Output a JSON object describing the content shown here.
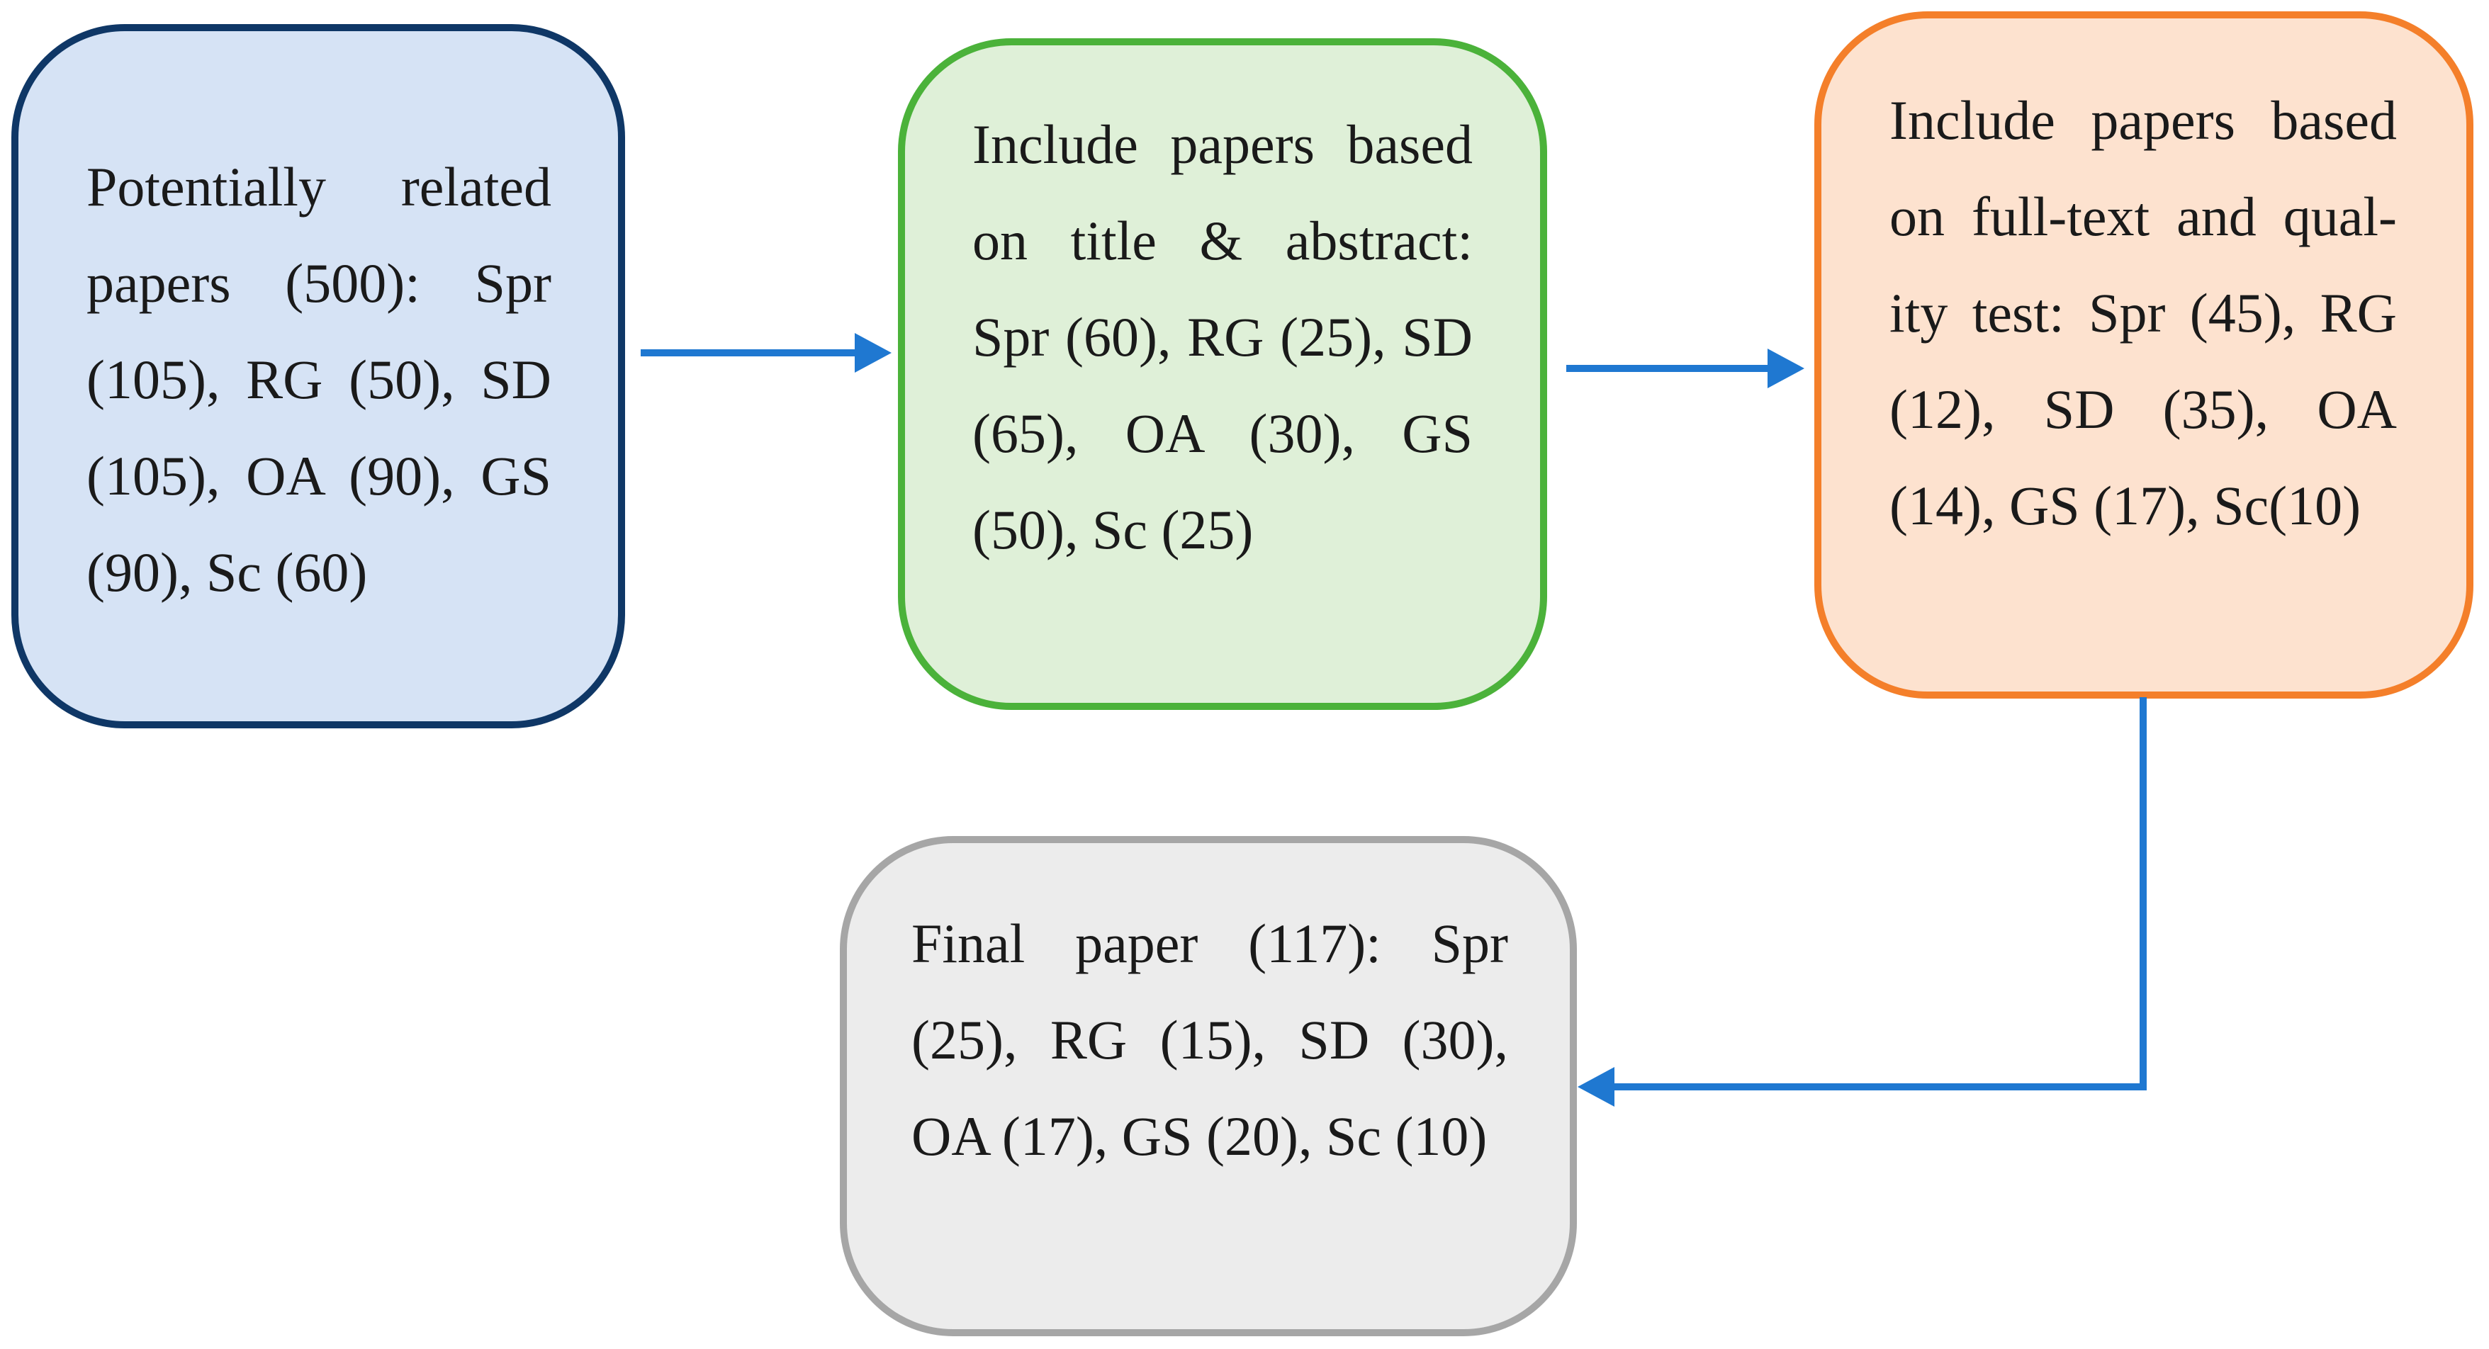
{
  "diagram": {
    "type": "flowchart",
    "accent_color": "#1f78d1",
    "nodes": [
      {
        "id": "identification",
        "text": "Potentially related papers (500): Spr (105), RG (50), SD (105), OA (90), GS (90), Sc (60)",
        "fill": "#d6e3f5",
        "border": "#0f3766"
      },
      {
        "id": "screening",
        "text": "Include papers based on title & abstract: Spr (60), RG (25), SD (65), OA (30), GS (50), Sc (25)",
        "fill": "#dff0d8",
        "border": "#4bb23a"
      },
      {
        "id": "eligibility",
        "text": "Include papers based on full-text and qual­ity test: Spr (45), RG (12), SD (35), OA (14), GS (17), Sc(10)",
        "fill": "#fde2cf",
        "border": "#f47f2a"
      },
      {
        "id": "included",
        "text": "Final paper (117): Spr (25), RG (15), SD (30), OA (17), GS (20), Sc (10)",
        "fill": "#ececec",
        "border": "#a6a6a6"
      }
    ],
    "edges": [
      {
        "from": "identification",
        "to": "screening"
      },
      {
        "from": "screening",
        "to": "eligibility"
      },
      {
        "from": "eligibility",
        "to": "included"
      }
    ]
  }
}
